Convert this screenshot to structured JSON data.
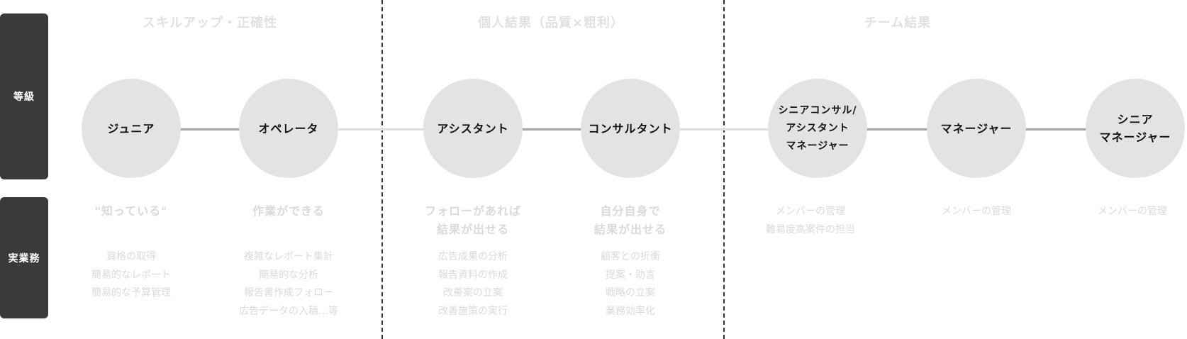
{
  "row_labels": {
    "grade": "等級",
    "work": "実業務"
  },
  "sections": [
    {
      "title": "スキルアップ・正確性"
    },
    {
      "title": "個人結果（品質×粗利）"
    },
    {
      "title": "チーム結果"
    }
  ],
  "levels": [
    {
      "name": "ジュニア",
      "motto": "\"知っている\"",
      "tasks": [
        "資格の取得",
        "簡易的なレポート",
        "簡易的な予算管理"
      ]
    },
    {
      "name": "オペレータ",
      "motto": "作業ができる",
      "tasks": [
        "複雑なレポート集計",
        "簡易的な分析",
        "報告書作成フォロー",
        "広告データの入稿…等"
      ]
    },
    {
      "name": "アシスタント",
      "motto": "フォローがあれば\n結果が出せる",
      "tasks": [
        "広告成果の分析",
        "報告資料の作成",
        "改善案の立案",
        "改善施策の実行"
      ]
    },
    {
      "name": "コンサルタント",
      "motto": "自分自身で\n結果が出せる",
      "tasks": [
        "顧客との折衝",
        "提案・助言",
        "戦略の立案",
        "業務効率化"
      ]
    },
    {
      "name": "シニアコンサル/\nアシスタント\nマネージャー",
      "motto": "",
      "tasks": [
        "メンバーの管理",
        "難易度高案件の担当"
      ]
    },
    {
      "name": "マネージャー",
      "motto": "",
      "tasks": [
        "メンバーの管理"
      ]
    },
    {
      "name": "シニア\nマネージャー",
      "motto": "",
      "tasks": [
        "メンバーの管理"
      ]
    }
  ],
  "colors": {
    "label_bg": "#3a3a3a",
    "circle_bg": "#e3e3e3",
    "faint_text": "#dadada",
    "divider": "#333333"
  }
}
